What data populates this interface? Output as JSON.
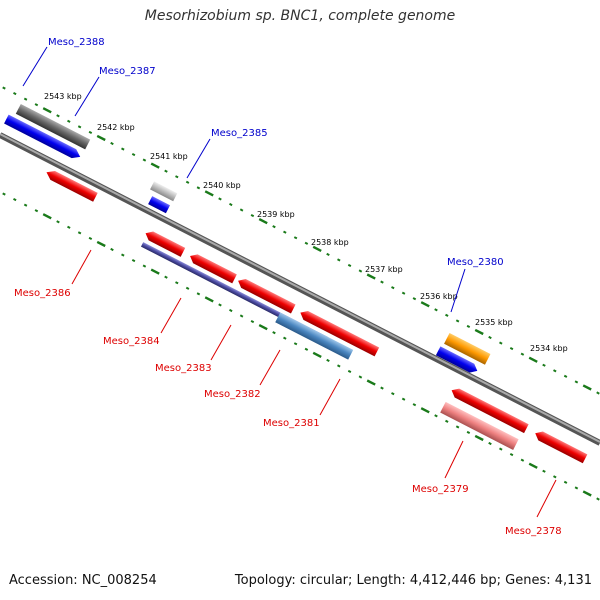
{
  "title": "Mesorhizobium sp. BNC1, complete genome",
  "accession": "Accession: NC_008254",
  "topology": "Topology: circular; Length: 4,412,446 bp; Genes: 4,131",
  "colors": {
    "forward_label": "#0000cc",
    "reverse_label": "#dd0000",
    "backbone": "#777777",
    "tick": "#1a7a1a"
  },
  "kbp_ticks": [
    "2543 kbp",
    "2542 kbp",
    "2541 kbp",
    "2540 kbp",
    "2539 kbp",
    "2538 kbp",
    "2537 kbp",
    "2536 kbp",
    "2535 kbp",
    "2534 kbp"
  ],
  "forward_labels": [
    "Meso_2388",
    "Meso_2387",
    "Meso_2385",
    "Meso_2380"
  ],
  "reverse_labels": [
    "Meso_2386",
    "Meso_2384",
    "Meso_2383",
    "Meso_2382",
    "Meso_2381",
    "Meso_2379",
    "Meso_2378"
  ]
}
